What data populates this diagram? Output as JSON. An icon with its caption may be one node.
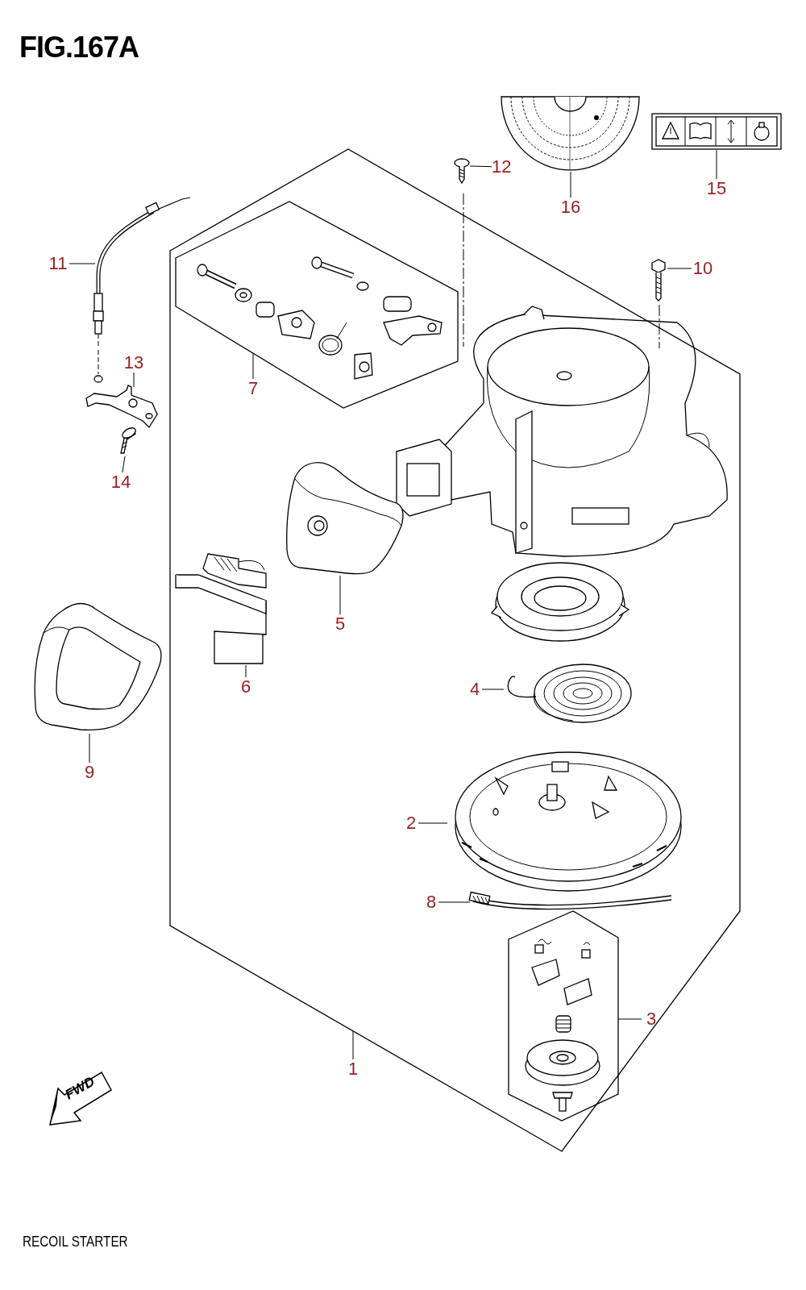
{
  "diagram": {
    "title": "FIG.167A",
    "caption": "RECOIL STARTER",
    "nodes": [
      {
        "text": [],
        "shape": "picture"
      },
      {
        "text": [],
        "shape": "picture"
      },
      {
        "text": [
          "12"
        ]
      },
      {
        "text": [],
        "shape": "picture"
      },
      {
        "text": [
          "16"
        ]
      },
      {
        "text": [
          "15"
        ]
      },
      {
        "text": [
          "11"
        ]
      },
      {
        "text": [],
        "shape": "picture"
      },
      {
        "text": [],
        "shape": "box"
      },
      {
        "text": [
          "10"
        ]
      },
      {
        "text": [],
        "shape": "picture"
      },
      {
        "text": [],
        "shape": "box",
        "in": 8
      },
      {
        "text": [
          "13"
        ]
      },
      {
        "text": [],
        "shape": "picture"
      },
      {
        "text": [
          "7"
        ],
        "in": 8
      },
      {
        "text": [],
        "shape": "picture",
        "in": 8
      },
      {
        "text": [
          "14"
        ]
      },
      {
        "text": [],
        "shape": "picture"
      },
      {
        "text": [],
        "shape": "picture",
        "in": 8
      },
      {
        "text": [],
        "shape": "picture"
      },
      {
        "text": [
          "5"
        ],
        "in": 8
      },
      {
        "text": [
          "6"
        ],
        "in": 8
      },
      {
        "text": [
          "4"
        ],
        "in": 8
      },
      {
        "text": [],
        "shape": "picture",
        "in": 8
      },
      {
        "text": [
          "9"
        ]
      },
      {
        "text": [],
        "shape": "picture",
        "in": 8
      },
      {
        "text": [
          "2"
        ],
        "in": 8
      },
      {
        "text": [
          "8"
        ],
        "in": 8
      },
      {
        "text": [],
        "shape": "picture",
        "in": 8
      },
      {
        "text": [],
        "shape": "box",
        "in": 8
      },
      {
        "text": [
          "3"
        ],
        "in": 8
      },
      {
        "text": [
          "1"
        ]
      }
    ],
    "edges": [
      {
        "from": 2,
        "to": 3,
        "arrow": "none"
      },
      {
        "from": 4,
        "to": 0,
        "arrow": "none"
      },
      {
        "from": 5,
        "to": 1,
        "arrow": "none"
      },
      {
        "from": 6,
        "to": 7,
        "arrow": "none"
      },
      {
        "from": 9,
        "to": 10,
        "arrow": "none"
      },
      {
        "from": 12,
        "to": 13,
        "arrow": "none"
      },
      {
        "from": 14,
        "to": 11,
        "arrow": "none"
      },
      {
        "from": 16,
        "to": 17,
        "arrow": "none"
      },
      {
        "from": 20,
        "to": 15,
        "arrow": "none"
      },
      {
        "from": 21,
        "to": 18,
        "arrow": "none"
      },
      {
        "from": 22,
        "to": 23,
        "arrow": "none"
      },
      {
        "from": 24,
        "to": 19,
        "arrow": "none"
      },
      {
        "from": 26,
        "to": 25,
        "arrow": "none"
      },
      {
        "from": 27,
        "to": 28,
        "arrow": "none"
      },
      {
        "from": 30,
        "to": 29,
        "arrow": "none"
      },
      {
        "from": 31,
        "to": 8,
        "arrow": "none"
      }
    ],
    "labels": [
      "FWD"
    ]
  }
}
